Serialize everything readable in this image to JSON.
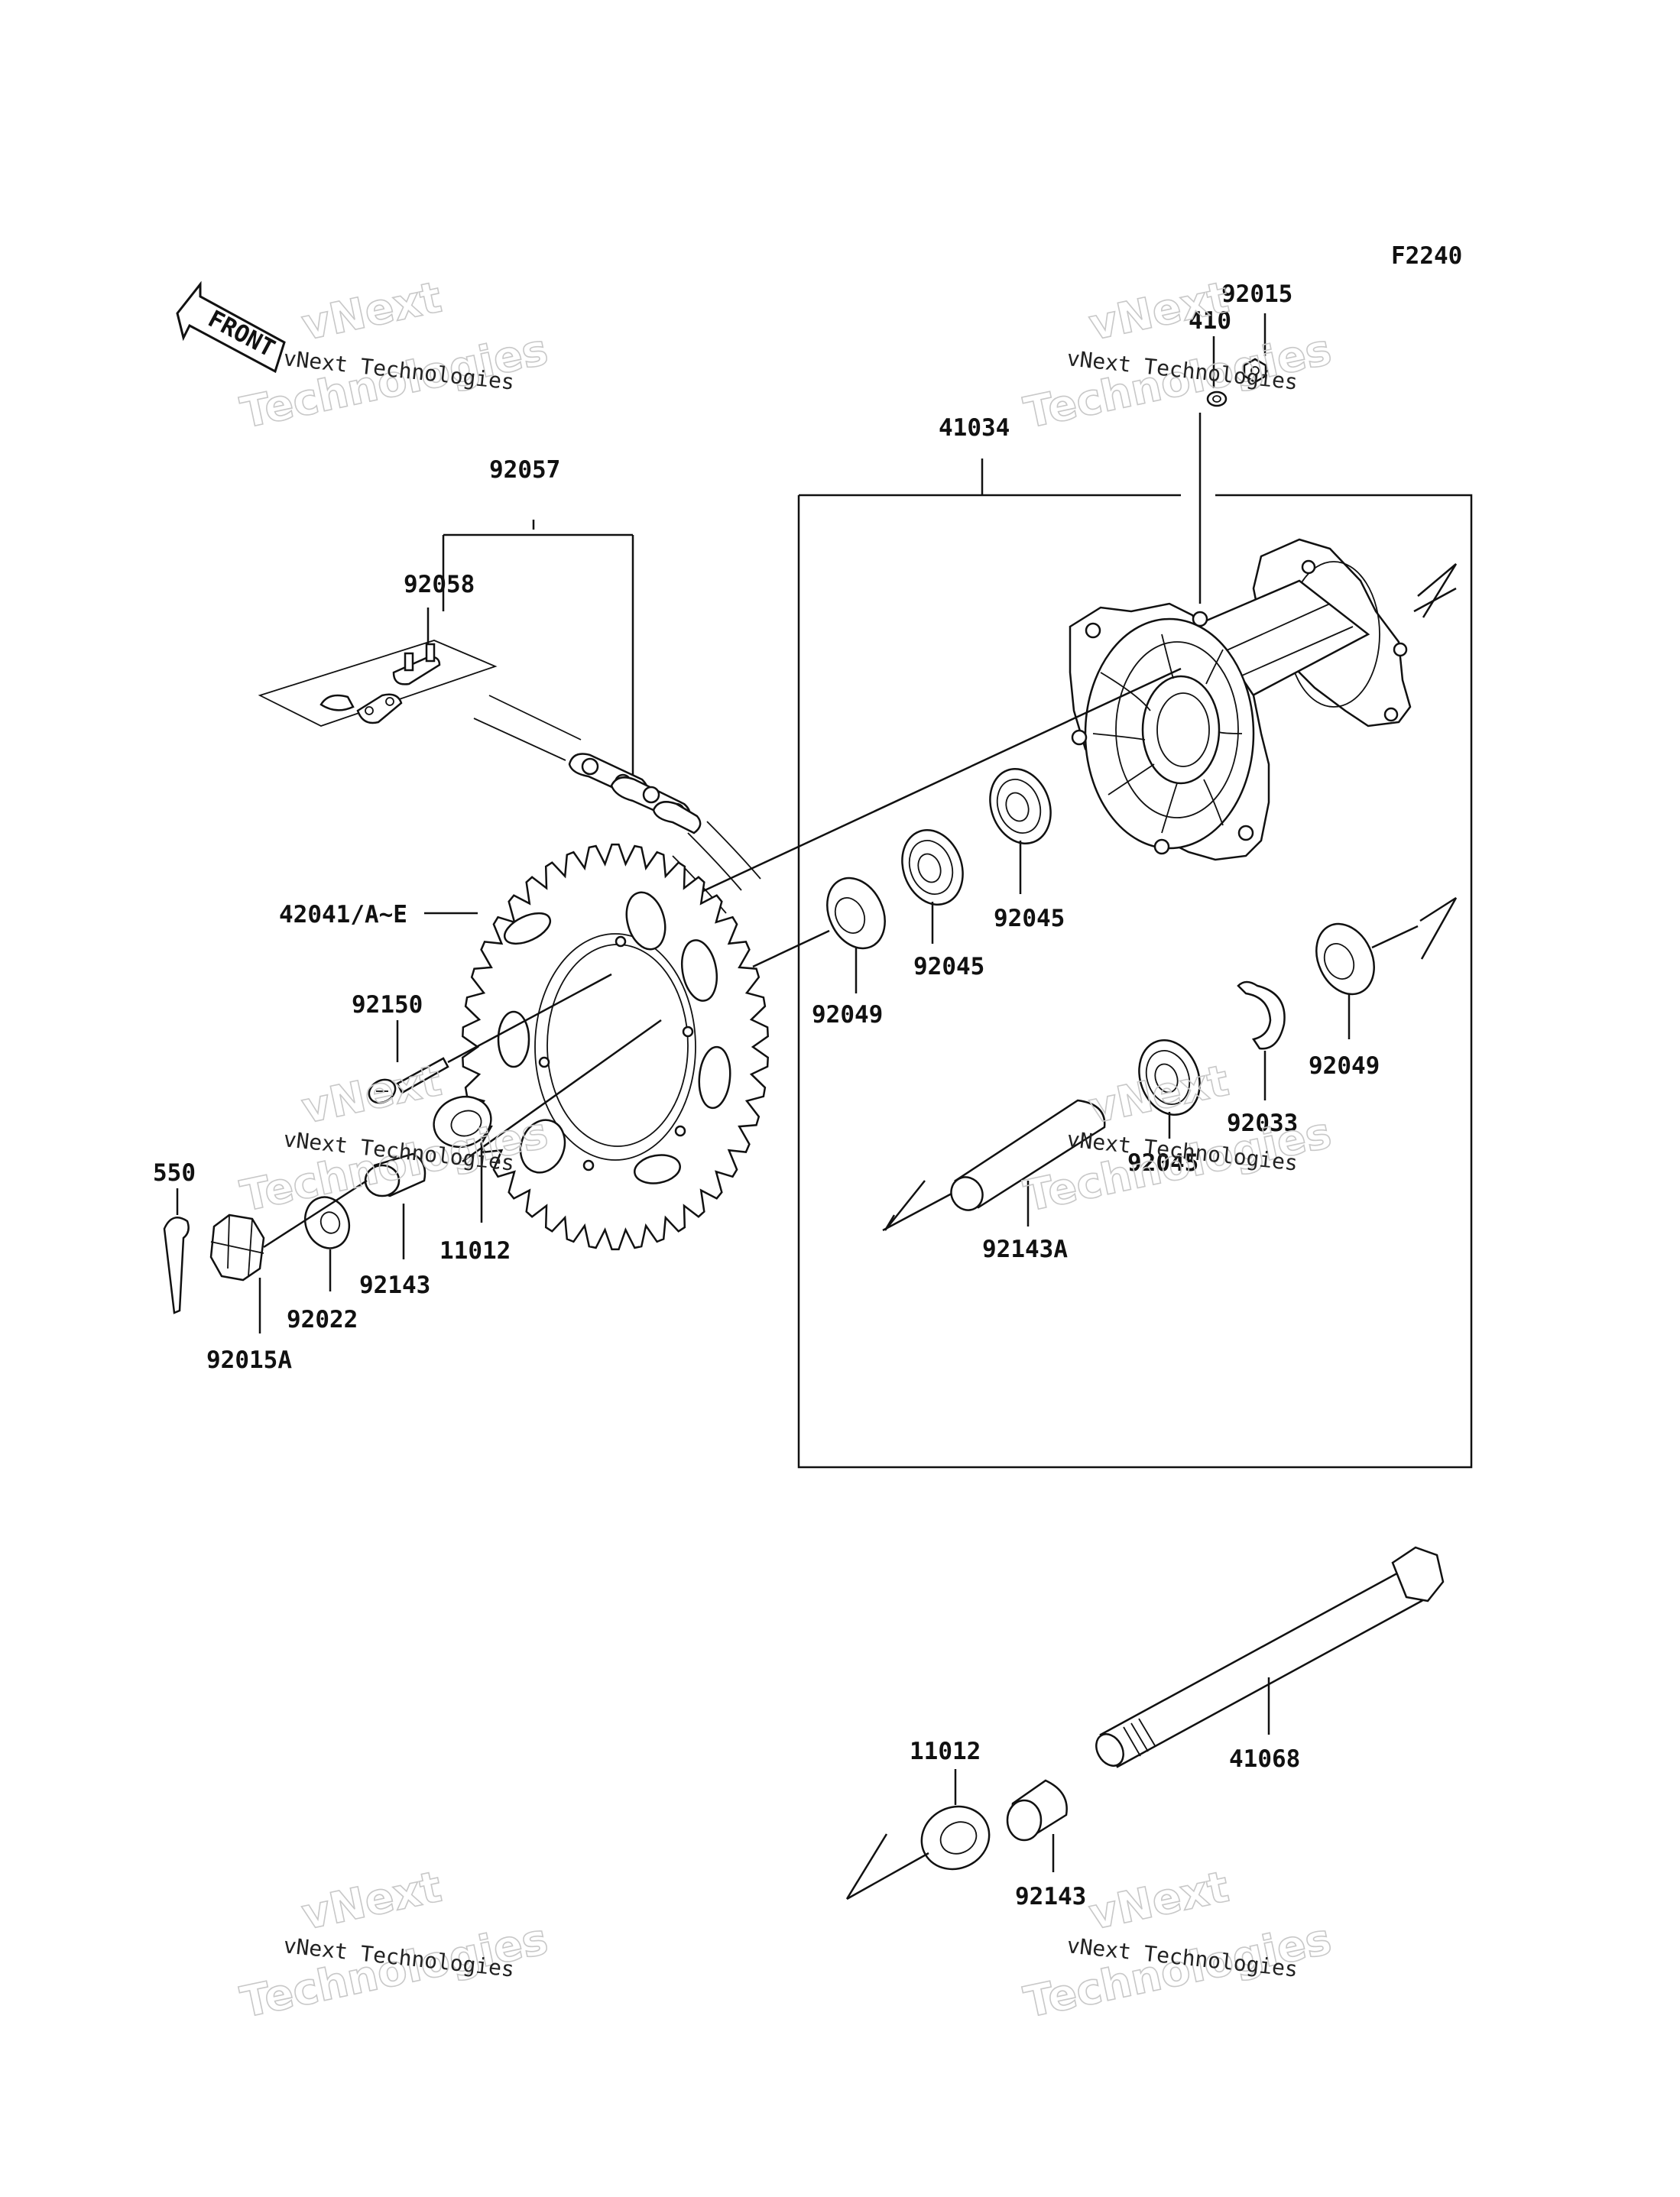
{
  "figure_code": "F2240",
  "front_marker": "FRONT",
  "watermark": {
    "line1": "vNext Technologies",
    "line2": "vNext",
    "line3": "Technologies"
  },
  "part_labels": {
    "p92015": "92015",
    "p410": "410",
    "p41034": "41034",
    "p92057": "92057",
    "p92058": "92058",
    "p42041": "42041/A~E",
    "p92049_a": "92049",
    "p92045_a": "92045",
    "p92045_b": "92045",
    "p92150": "92150",
    "p92049_b": "92049",
    "p92033": "92033",
    "p92045_c": "92045",
    "p550": "550",
    "p11012_a": "11012",
    "p92143_a": "92143",
    "p92022": "92022",
    "p92015A": "92015A",
    "p92143A": "92143A",
    "p11012_b": "11012",
    "p41068": "41068",
    "p92143_b": "92143"
  }
}
